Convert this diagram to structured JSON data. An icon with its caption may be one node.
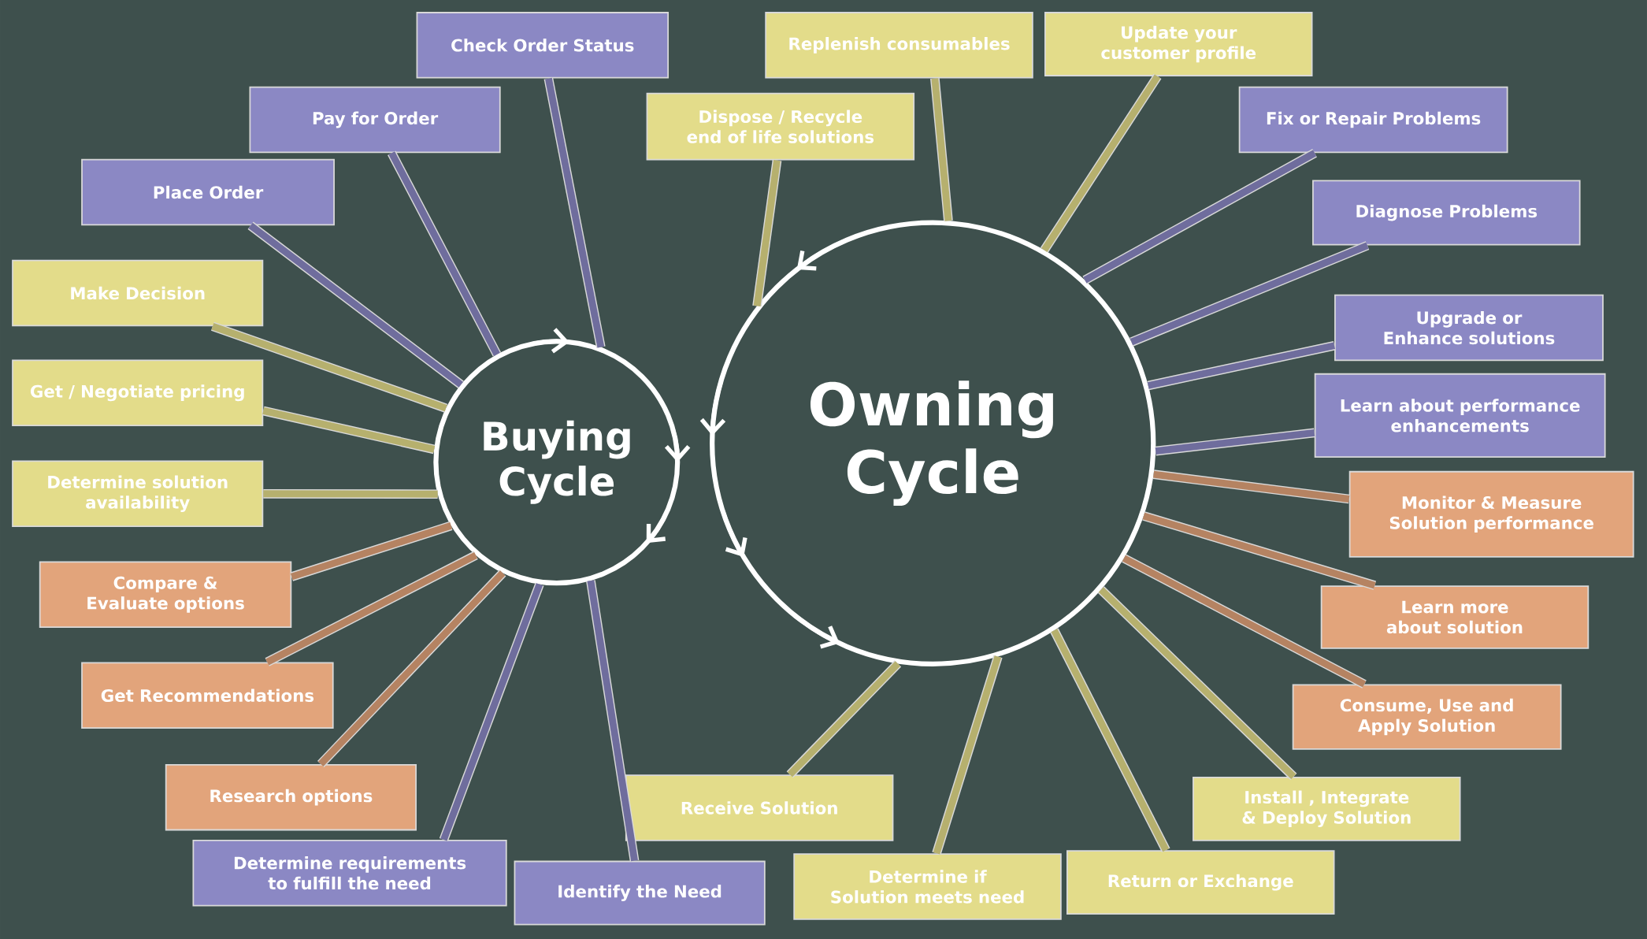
{
  "diagram": {
    "nodes": [
      {
        "text": [
          "Buying Cycle"
        ]
      },
      {
        "text": [
          "Owning Cycle"
        ]
      },
      {
        "text": [
          "Check Order Status"
        ]
      },
      {
        "text": [
          "Pay for Order"
        ]
      },
      {
        "text": [
          "Place Order"
        ]
      },
      {
        "text": [
          "Make Decision"
        ]
      },
      {
        "text": [
          "Get / Negotiate pricing"
        ]
      },
      {
        "text": [
          "Determine solution availability"
        ]
      },
      {
        "text": [
          "Compare & Evaluate options"
        ]
      },
      {
        "text": [
          "Get Recommendations"
        ]
      },
      {
        "text": [
          "Research options"
        ]
      },
      {
        "text": [
          "Determine requirements to fulfill the need"
        ]
      },
      {
        "text": [
          "Identify the Need"
        ]
      },
      {
        "text": [
          "Dispose / Recycle end of life solutions"
        ]
      },
      {
        "text": [
          "Replenish consumables"
        ]
      },
      {
        "text": [
          "Update your customer profile"
        ]
      },
      {
        "text": [
          "Fix or Repair Problems"
        ]
      },
      {
        "text": [
          "Diagnose Problems"
        ]
      },
      {
        "text": [
          "Upgrade or Enhance solutions"
        ]
      },
      {
        "text": [
          "Learn about performance enhancements"
        ]
      },
      {
        "text": [
          "Monitor & Measure Solution performance"
        ]
      },
      {
        "text": [
          "Learn more about solution"
        ]
      },
      {
        "text": [
          "Consume, Use and Apply Solution"
        ]
      },
      {
        "text": [
          "Install , Integrate & Deploy Solution"
        ]
      },
      {
        "text": [
          "Return or Exchange"
        ]
      },
      {
        "text": [
          "Determine if Solution meets need"
        ]
      },
      {
        "text": [
          "Receive Solution"
        ]
      }
    ],
    "edges": [
      {
        "from": 2,
        "to": 0,
        "arrow": "none"
      },
      {
        "from": 3,
        "to": 0,
        "arrow": "none"
      },
      {
        "from": 4,
        "to": 0,
        "arrow": "none"
      },
      {
        "from": 5,
        "to": 0,
        "arrow": "none"
      },
      {
        "from": 6,
        "to": 0,
        "arrow": "none"
      },
      {
        "from": 7,
        "to": 0,
        "arrow": "none"
      },
      {
        "from": 8,
        "to": 0,
        "arrow": "none"
      },
      {
        "from": 9,
        "to": 0,
        "arrow": "none"
      },
      {
        "from": 10,
        "to": 0,
        "arrow": "none"
      },
      {
        "from": 11,
        "to": 0,
        "arrow": "none"
      },
      {
        "from": 12,
        "to": 0,
        "arrow": "none"
      },
      {
        "from": 13,
        "to": 1,
        "arrow": "none"
      },
      {
        "from": 14,
        "to": 1,
        "arrow": "none"
      },
      {
        "from": 15,
        "to": 1,
        "arrow": "none"
      },
      {
        "from": 16,
        "to": 1,
        "arrow": "none"
      },
      {
        "from": 17,
        "to": 1,
        "arrow": "none"
      },
      {
        "from": 18,
        "to": 1,
        "arrow": "none"
      },
      {
        "from": 19,
        "to": 1,
        "arrow": "none"
      },
      {
        "from": 20,
        "to": 1,
        "arrow": "none"
      },
      {
        "from": 21,
        "to": 1,
        "arrow": "none"
      },
      {
        "from": 22,
        "to": 1,
        "arrow": "none"
      },
      {
        "from": 23,
        "to": 1,
        "arrow": "none"
      },
      {
        "from": 24,
        "to": 1,
        "arrow": "none"
      },
      {
        "from": 25,
        "to": 1,
        "arrow": "none"
      },
      {
        "from": 26,
        "to": 1,
        "arrow": "none"
      }
    ]
  }
}
